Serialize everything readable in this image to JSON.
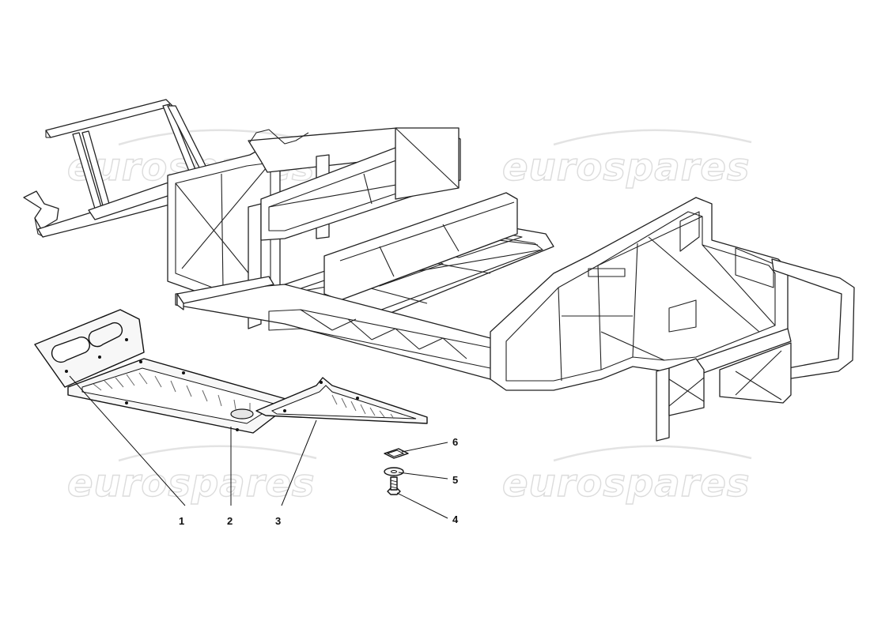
{
  "watermark": {
    "text": "eurospares"
  },
  "callouts": {
    "c1": "1",
    "c2": "2",
    "c3": "3",
    "c4": "4",
    "c5": "5",
    "c6": "6"
  }
}
